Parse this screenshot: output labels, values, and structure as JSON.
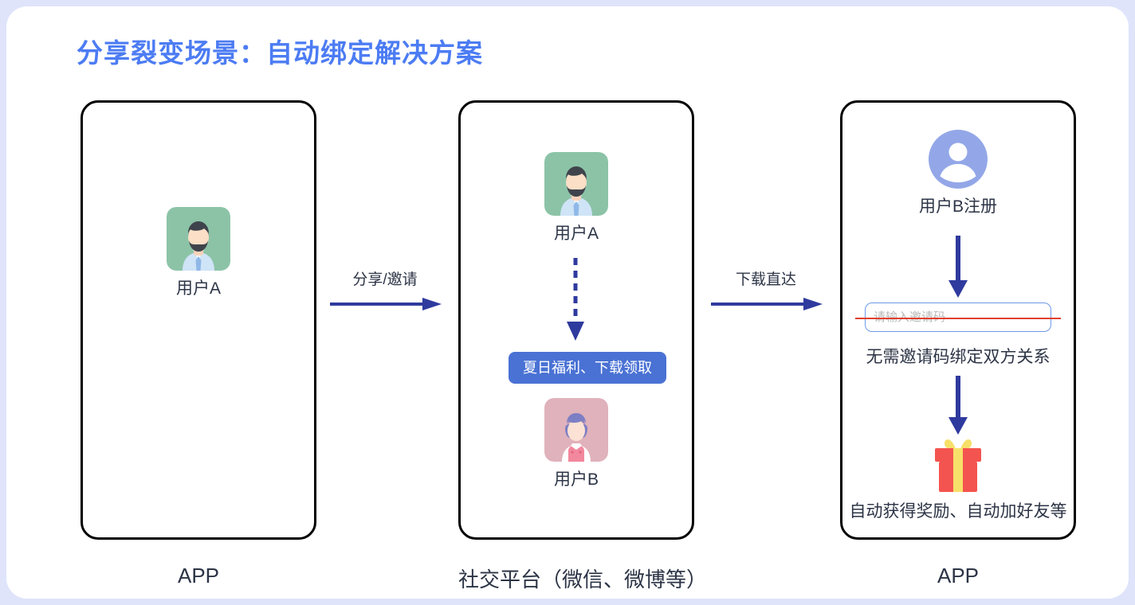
{
  "title": "分享裂变场景：自动绑定解决方案",
  "colors": {
    "page_border": "#dfe4fb",
    "title": "#4c7cf3",
    "arrow": "#2f3a9e",
    "promo_button": "#4a72d4",
    "input_border": "#6d9ae8",
    "strike": "#e0402f",
    "text": "#2c3446",
    "avatar_a_bg": "#8cc3a7",
    "avatar_b_bg": "#e0b2bb",
    "avatar_circle": "#93a7e8",
    "gift_box": "#f4544f",
    "gift_ribbon": "#f7e06a"
  },
  "panels": [
    {
      "id": "app-source",
      "caption": "APP",
      "nodes": [
        {
          "name": "user-a",
          "label": "用户A",
          "icon": "avatar-male-green"
        }
      ]
    },
    {
      "id": "social-platform",
      "caption": "社交平台（微信、微博等）",
      "nodes": [
        {
          "name": "user-a",
          "label": "用户A",
          "icon": "avatar-male-green"
        },
        {
          "name": "share-card",
          "label": "夏日福利、下载领取",
          "icon": "promo-button"
        },
        {
          "name": "user-b",
          "label": "用户B",
          "icon": "avatar-female-pink"
        }
      ]
    },
    {
      "id": "app-target",
      "caption": "APP",
      "nodes": [
        {
          "name": "user-b-register",
          "label": "用户B注册",
          "icon": "user-circle-icon"
        },
        {
          "name": "invite-code-field",
          "label": "",
          "placeholder": "请输入邀请码",
          "value": "",
          "icon": "text-input"
        },
        {
          "name": "no-invite-code-note",
          "label": "无需邀请码绑定双方关系",
          "icon": "none"
        },
        {
          "name": "reward-note",
          "label": "自动获得奖励、自动加好友等",
          "icon": "gift-icon"
        }
      ]
    }
  ],
  "flow_arrows": [
    {
      "name": "share-invite-arrow",
      "label": "分享/邀请",
      "style": "solid",
      "direction": "right"
    },
    {
      "name": "download-direct-arrow",
      "label": "下载直达",
      "style": "solid",
      "direction": "right"
    }
  ],
  "inner_arrows": [
    {
      "name": "user-a-to-share-card-arrow",
      "style": "dashed",
      "direction": "down"
    },
    {
      "name": "register-to-invite-arrow",
      "style": "solid",
      "direction": "down"
    },
    {
      "name": "invite-to-reward-arrow",
      "style": "solid",
      "direction": "down"
    }
  ]
}
